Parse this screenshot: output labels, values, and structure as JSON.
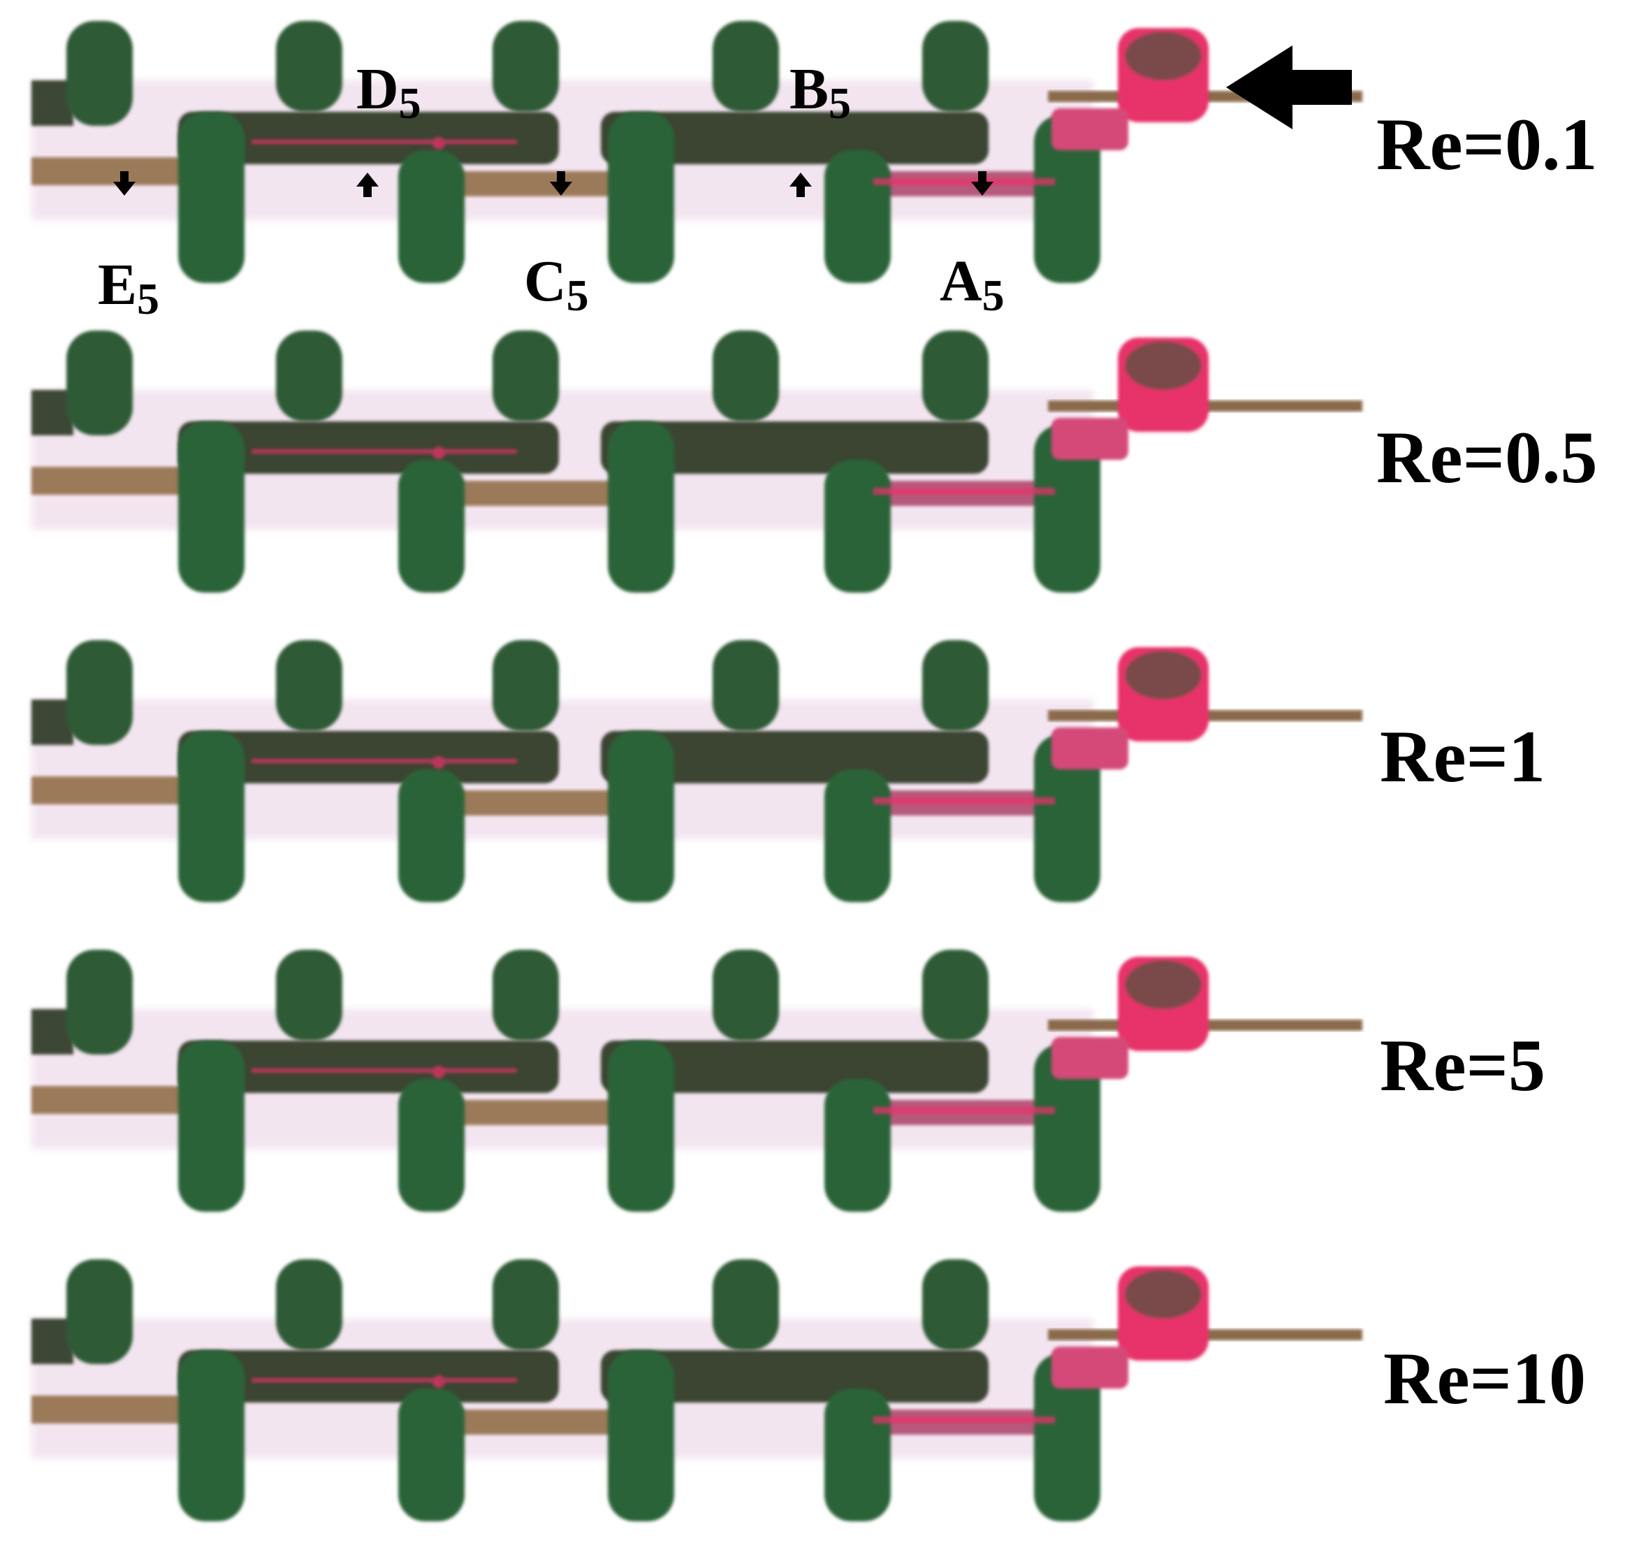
{
  "colors": {
    "background": "#ffffff",
    "body_dark": "#3c4634",
    "body_green": "#2f6b3a",
    "dye_red": "#e8336a",
    "dye_pink": "#d9508a",
    "rim_pink": "#c9a6cf",
    "channel_tan": "#8a6a4c",
    "arrow": "#000000"
  },
  "icons": {
    "flow_arrow": "large-left-arrow-icon",
    "indicator_down": "small-down-arrow-icon",
    "indicator_up": "small-up-arrow-icon"
  },
  "rows": [
    {
      "label": "Re=0.1"
    },
    {
      "label": "Re=0.5"
    },
    {
      "label": "Re=1"
    },
    {
      "label": "Re=5"
    },
    {
      "label": "Re=10"
    }
  ],
  "points": [
    {
      "letter": "A",
      "sub": "5"
    },
    {
      "letter": "B",
      "sub": "5"
    },
    {
      "letter": "C",
      "sub": "5"
    },
    {
      "letter": "D",
      "sub": "5"
    },
    {
      "letter": "E",
      "sub": "5"
    }
  ]
}
